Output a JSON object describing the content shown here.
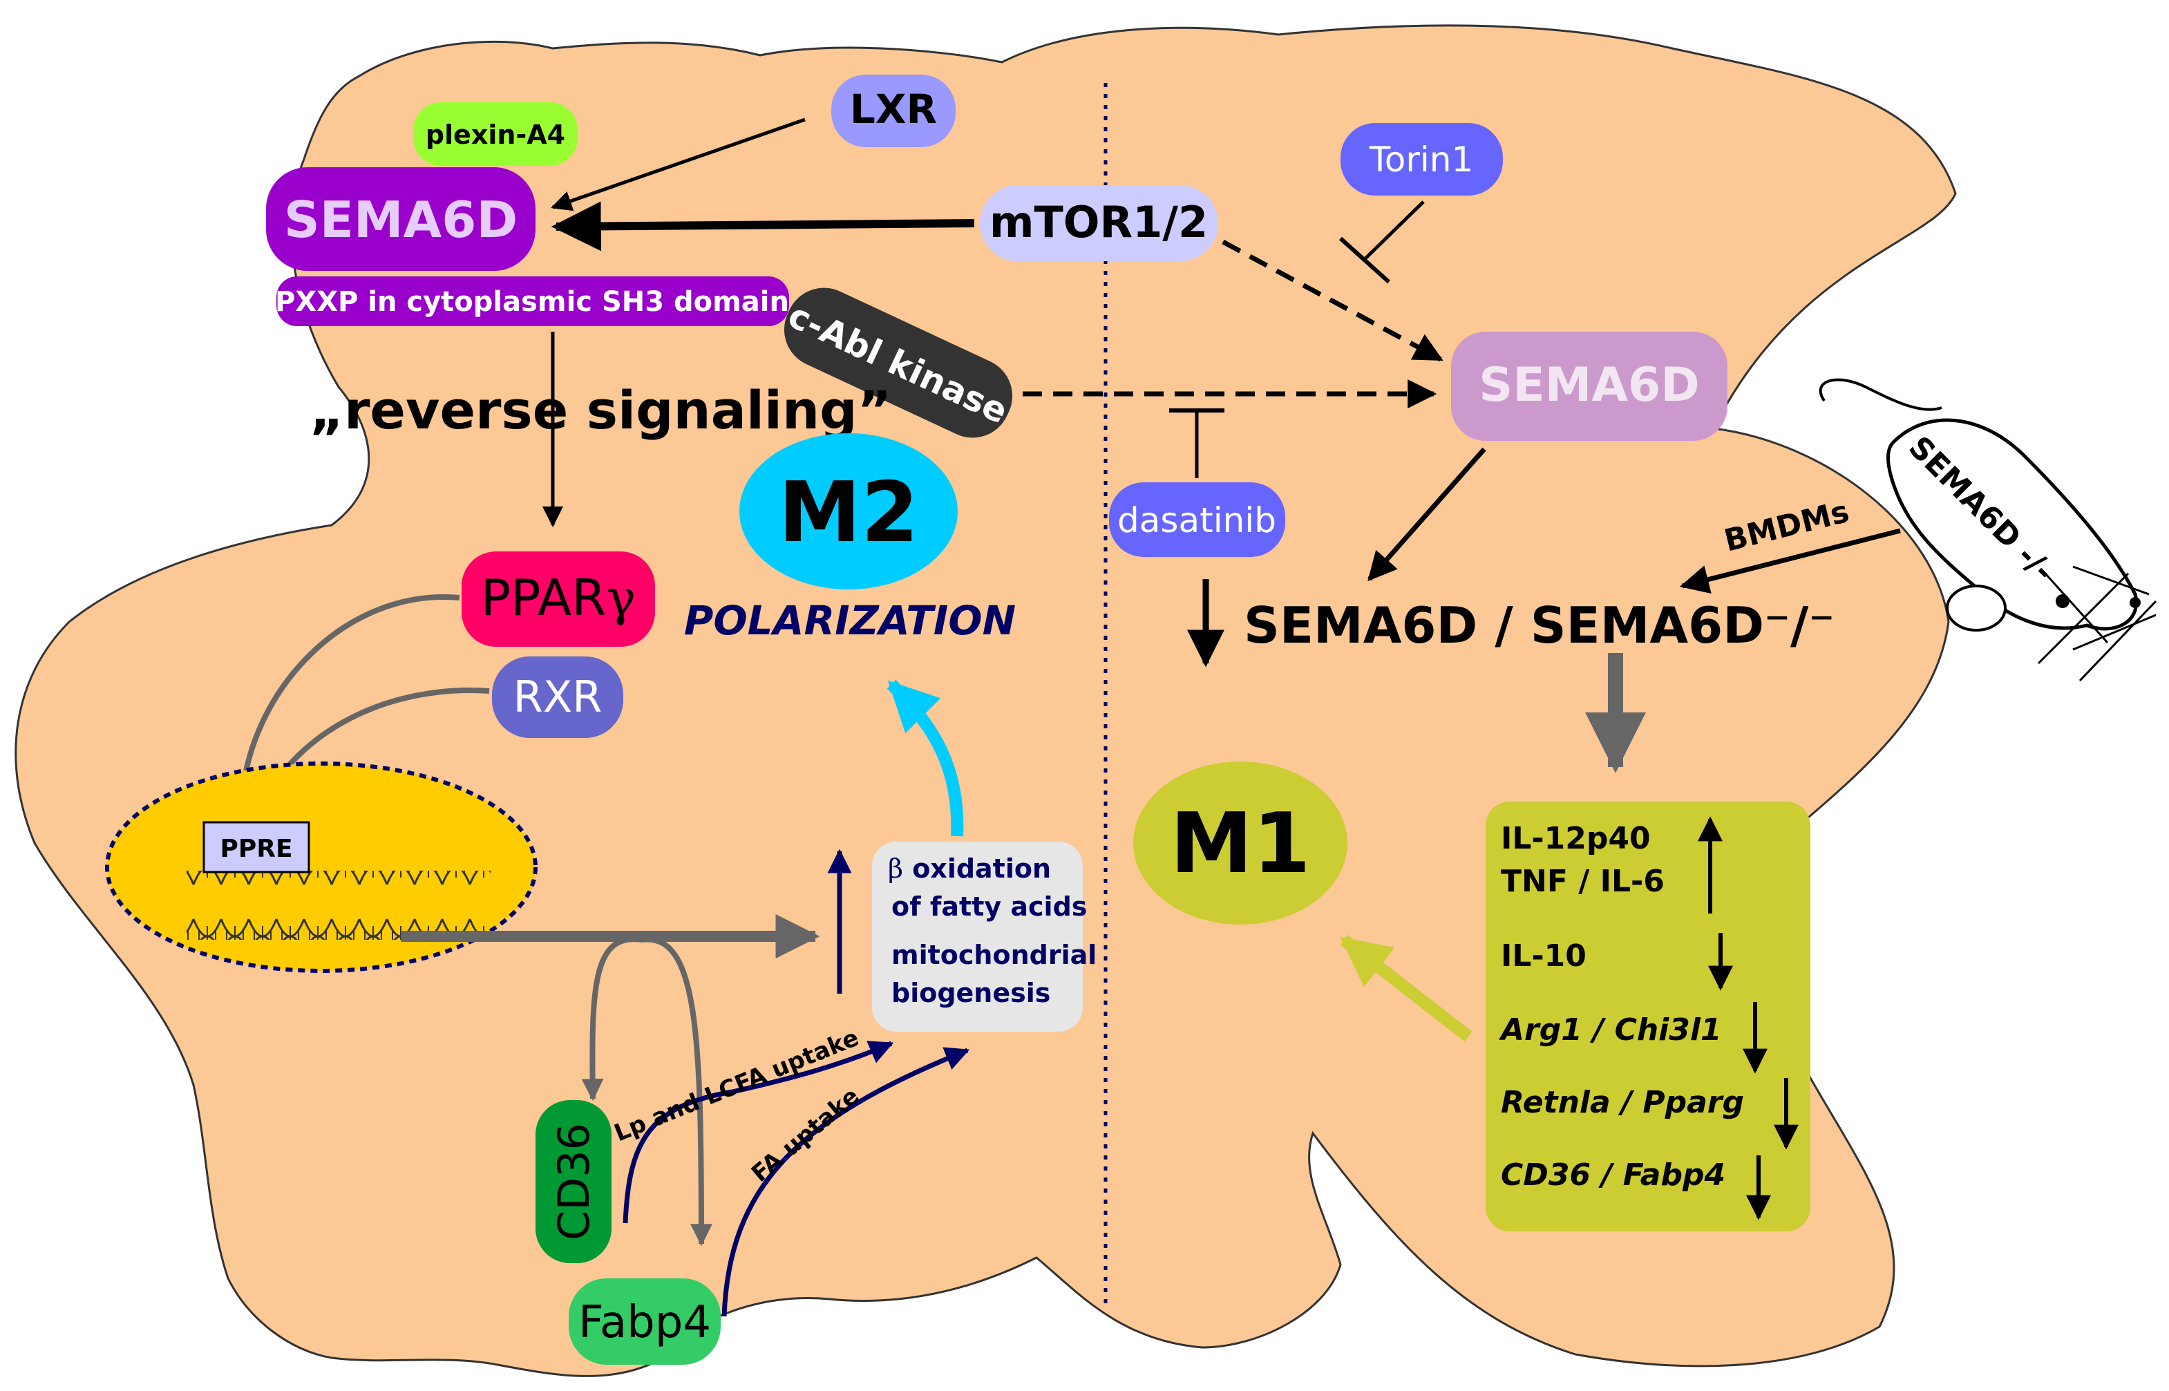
{
  "diagram": {
    "labels": {
      "lxr": "LXR",
      "plexin": "plexin-A4",
      "sema6d_left": "SEMA6D",
      "pxxp": "PXXP in cytoplasmic SH3 domain",
      "mtor": "mTOR1/2",
      "torin": "Torin1",
      "cabl": "c-Abl kinase",
      "sema6d_right": "SEMA6D",
      "dasatinib": "dasatinib",
      "reverse": "„reverse signaling”",
      "m2": "M2",
      "polarization": "POLARIZATION",
      "ppar_prefix": "PPAR",
      "ppar_gamma": "γ",
      "rxr": "RXR",
      "ppre": "PPRE",
      "beta_line1_sym": "β",
      "beta_line1_rest": " oxidation",
      "beta_line2": "of fatty acids",
      "beta_line3": "mitochondrial",
      "beta_line4": "biogenesis",
      "lp_uptake": "Lp and LCFA uptake",
      "fa_uptake": "FA uptake",
      "cd36": "CD36",
      "fabp4": "Fabp4",
      "sema_ko_line": "SEMA6D / SEMA6D⁻/⁻",
      "bmdms": "BMDMs",
      "mouse": "SEMA6D -/-",
      "m1": "M1"
    },
    "readouts": [
      {
        "text": "IL-12p40",
        "italic": false
      },
      {
        "text": "TNF / IL-6",
        "italic": false
      },
      {
        "text": "IL-10",
        "italic": false
      },
      {
        "text": "Arg1 / Chi3l1",
        "italic": true
      },
      {
        "text": "Retnla / Pparg",
        "italic": true
      },
      {
        "text": "CD36 / Fabp4",
        "italic": true
      }
    ],
    "colors": {
      "cell": "#fbc896",
      "sema6d_left": "#9900cc",
      "plexin": "#99ff33",
      "lxr": "#9999ff",
      "mtor": "#ccccff",
      "torin": "#6666ff",
      "cabl": "#333333",
      "sema6d_right": "#cc99cc",
      "m2": "#00ccff",
      "ppar": "#ff0066",
      "rxr": "#6666cc",
      "nucleus": "#ffcc00",
      "m1": "#cccc33",
      "readout_box": "#cccc33",
      "cd36": "#009933",
      "fabp4": "#33cc66",
      "beta_box": "#e6e6e6",
      "navy": "#000066"
    }
  }
}
